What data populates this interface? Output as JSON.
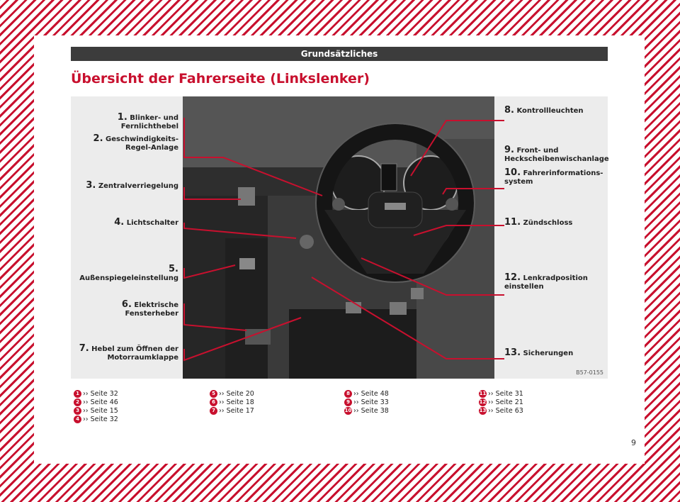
{
  "header": {
    "title": "Grundsätzliches"
  },
  "page_title": "Übersicht der Fahrerseite (Linkslenker)",
  "figure_code": "B57-0155",
  "labels": [
    {
      "num": "1.",
      "text": "Blinker- und Fernlichthebel"
    },
    {
      "num": "2.",
      "text": "Geschwindigkeits-Regel-Anlage"
    },
    {
      "num": "3.",
      "text": "Zentralverriegelung"
    },
    {
      "num": "4.",
      "text": "Lichtschalter"
    },
    {
      "num": "5.",
      "text": "Außenspiegeleinstellung"
    },
    {
      "num": "6.",
      "text": "Elektrische Fensterheber"
    },
    {
      "num": "7.",
      "text": "Hebel zum Öffnen der Motorraumklappe"
    },
    {
      "num": "8.",
      "text": "Kontrollleuchten"
    },
    {
      "num": "9.",
      "text": "Front- und Heckscheibenwischanlage"
    },
    {
      "num": "10.",
      "text": "Fahrerinformations-system"
    },
    {
      "num": "11.",
      "text": "Zündschloss"
    },
    {
      "num": "12.",
      "text": "Lenkradposition einstellen"
    },
    {
      "num": "13.",
      "text": "Sicherungen"
    }
  ],
  "references": [
    {
      "n": "1",
      "text": "›› Seite 32"
    },
    {
      "n": "2",
      "text": "›› Seite 46"
    },
    {
      "n": "3",
      "text": "›› Seite 15"
    },
    {
      "n": "4",
      "text": "›› Seite 32"
    },
    {
      "n": "5",
      "text": "›› Seite 20"
    },
    {
      "n": "6",
      "text": "›› Seite 18"
    },
    {
      "n": "7",
      "text": "›› Seite 17"
    },
    {
      "n": "8",
      "text": "›› Seite 48"
    },
    {
      "n": "9",
      "text": "›› Seite 33"
    },
    {
      "n": "10",
      "text": "›› Seite 38"
    },
    {
      "n": "11",
      "text": "›› Seite 31"
    },
    {
      "n": "12",
      "text": "›› Seite 21"
    },
    {
      "n": "13",
      "text": "›› Seite 63"
    }
  ],
  "page_number": "9",
  "colors": {
    "accent": "#c8102e",
    "header_bg": "#3c3c3c"
  }
}
